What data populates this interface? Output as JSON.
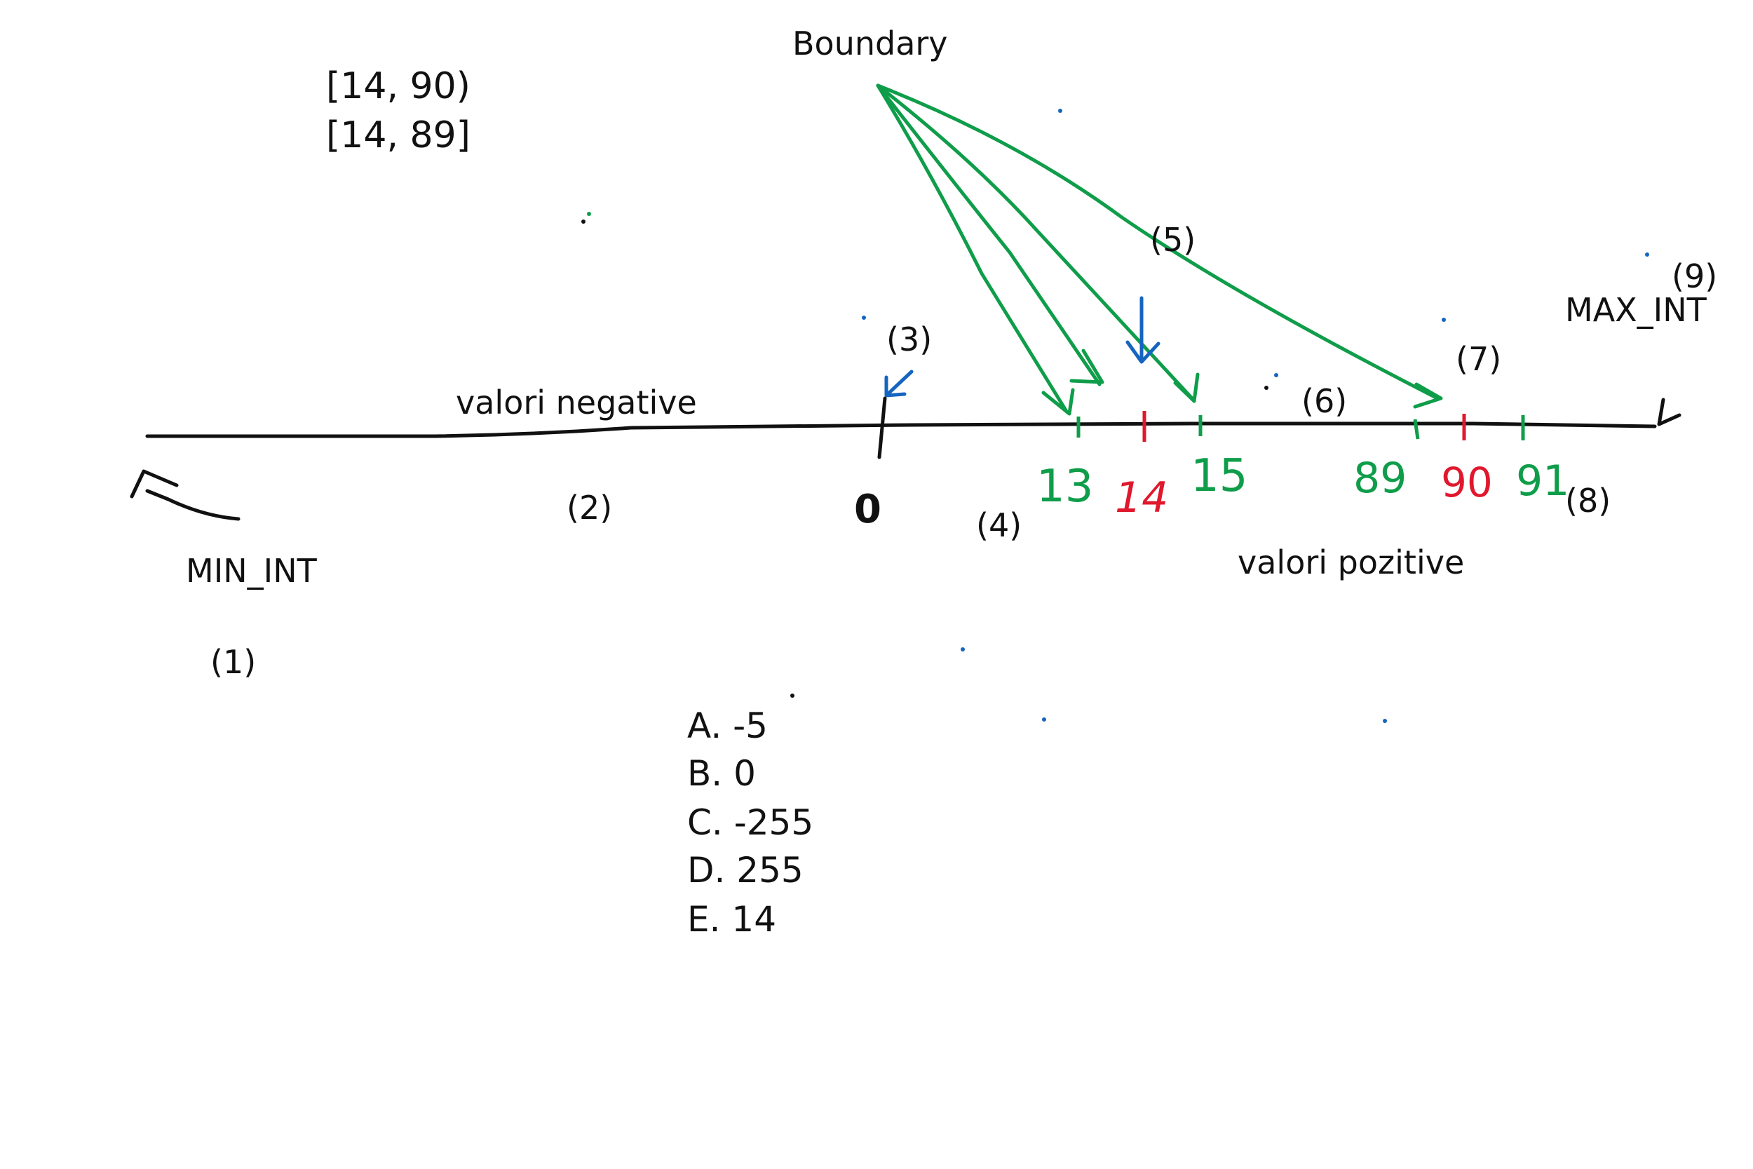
{
  "boundary_label": "Boundary",
  "intervals": [
    "[14, 90)",
    "[14, 89]"
  ],
  "axis": {
    "min_label": "MIN_INT",
    "max_label": "MAX_INT",
    "negative_label": "valori negative",
    "positive_label": "valori pozitive",
    "zero_label": "0"
  },
  "ticks": [
    {
      "label": "13",
      "kind": "boundary-test"
    },
    {
      "label": "14",
      "kind": "interval-limit"
    },
    {
      "label": "15",
      "kind": "boundary-test"
    },
    {
      "label": "89",
      "kind": "boundary-test"
    },
    {
      "label": "90",
      "kind": "interval-limit"
    },
    {
      "label": "91",
      "kind": "boundary-test"
    }
  ],
  "region_markers": [
    "(1)",
    "(2)",
    "(3)",
    "(4)",
    "(5)",
    "(6)",
    "(7)",
    "(8)",
    "(9)"
  ],
  "options": [
    "A. -5",
    "B. 0",
    "C. -255",
    "D. 255",
    "E. 14"
  ],
  "colors": {
    "ink": "#111111",
    "boundary_green": "#0f9d4a",
    "limit_red": "#e0182d",
    "pointer_blue": "#1565c0"
  }
}
